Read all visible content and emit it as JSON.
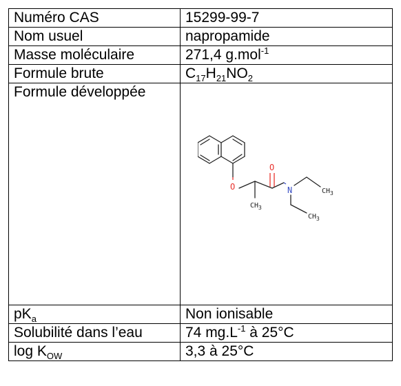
{
  "table": {
    "rows": [
      {
        "label": "Numéro CAS",
        "value": "15299-99-7"
      },
      {
        "label": "Nom usuel",
        "value": "napropamide"
      },
      {
        "label": "Masse moléculaire",
        "value": "271,4 g.mol",
        "value_sup": "-1"
      },
      {
        "label": "Formule brute",
        "formula": {
          "p1": "C",
          "s1": "17",
          "p2": "H",
          "s2": "21",
          "p3": "NO",
          "s3": "2"
        }
      },
      {
        "label": "Formule développée"
      },
      {
        "label": "pK",
        "label_sub": "a",
        "value": "Non ionisable"
      },
      {
        "label": "Solubilité dans l’eau",
        "value": "74 mg.L",
        "value_sup": "-1",
        "value_after": " à 25°C"
      },
      {
        "label": "log K",
        "label_sub": "OW",
        "value": "3,3 à 25°C"
      }
    ]
  },
  "structure": {
    "atom_o_ether": "O",
    "atom_o_carbonyl": "O",
    "atom_n": "N",
    "ch3_a": "CH",
    "ch3_a_sub": "3",
    "ch3_b": "CH",
    "ch3_b_sub": "3",
    "ch3_c": "CH",
    "ch3_c_sub": "3",
    "colors": {
      "oxygen": "#e8322d",
      "nitrogen": "#3a4fc4",
      "bond": "#222222"
    }
  }
}
